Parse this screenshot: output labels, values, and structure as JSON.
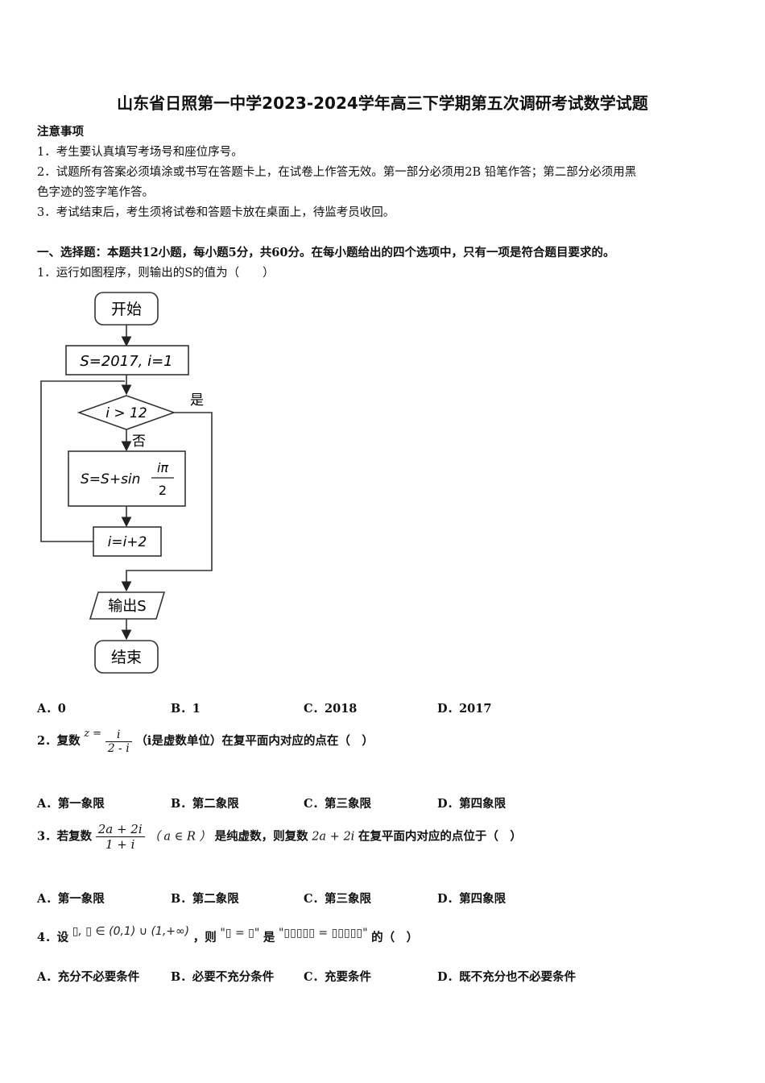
{
  "title": "山东省日照第一中学2023-2024学年高三下学期第五次调研考试数学试题",
  "notice": {
    "heading": "注意事项",
    "items": [
      "1．考生要认真填写考场号和座位序号。",
      "2．试题所有答案必须填涂或书写在答题卡上，在试卷上作答无效。第一部分必须用2B 铅笔作答；第二部分必须用黑",
      "色字迹的签字笔作答。",
      "3．考试结束后，考生须将试卷和答题卡放在桌面上，待监考员收回。"
    ]
  },
  "section_heading": "一、选择题：本题共12小题，每小题5分，共60分。在每小题给出的四个选项中，只有一项是符合题目要求的。",
  "questions": [
    {
      "stem": "1．运行如图程序，则输出的S的值为（　　）",
      "flowchart": {
        "start": "开始",
        "init": "S=2017, i=1",
        "condition": "i > 12",
        "yes": "是",
        "no": "否",
        "body_lhs": "S=S+sin",
        "body_num": "iπ",
        "body_den": "2",
        "increment": "i=i+2",
        "output": "输出S",
        "end": "结束"
      },
      "options": [
        "A．0",
        "B．1",
        "C．2018",
        "D．2017"
      ]
    },
    {
      "prefix": "2．复数",
      "z": "z =",
      "num": "i",
      "den": "2 - i",
      "suffix": "（i是虚数单位）在复平面内对应的点在（　）",
      "options": [
        "A．第一象限",
        "B．第二象限",
        "C．第三象限",
        "D．第四象限"
      ]
    },
    {
      "prefix": "3．若复数",
      "num": "2a + 2i",
      "den": "1 + i",
      "cond": "（ a ∈ R ）",
      "mid": "是纯虚数，则复数",
      "expr": "2a + 2i",
      "suffix": "在复平面内对应的点位于（　）",
      "options": [
        "A．第一象限",
        "B．第二象限",
        "C．第三象限",
        "D．第四象限"
      ]
    },
    {
      "prefix": "4．设",
      "set": "▯, ▯ ∈ (0,1) ∪ (1,+∞)",
      "mid1": "，则",
      "cond1": "\"▯ = ▯\"",
      "mid2": "是",
      "cond2": "\"▯▯▯▯▯ = ▯▯▯▯▯\"",
      "suffix": "的（　）",
      "options": [
        "A．充分不必要条件",
        "B．必要不充分条件",
        "C．充要条件",
        "D．既不充分也不必要条件"
      ]
    }
  ]
}
